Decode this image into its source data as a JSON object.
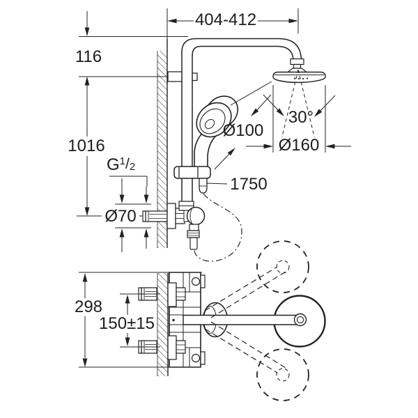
{
  "colors": {
    "line": "#222222",
    "background": "#ffffff"
  },
  "dimensions": {
    "top_width": "404-412",
    "top_offset": "116",
    "riser_height": "1016",
    "thread_size": {
      "prefix": "G",
      "numerator": "1",
      "slash": "/",
      "denominator": "2"
    },
    "escutcheon_diameter": "Ø70",
    "hand_shower_diameter": "Ø100",
    "head_swivel_angle": "30°",
    "head_shower_diameter": "Ø160",
    "hose_length": "1750",
    "valve_height": "298",
    "connection_spacing": "150±15"
  }
}
